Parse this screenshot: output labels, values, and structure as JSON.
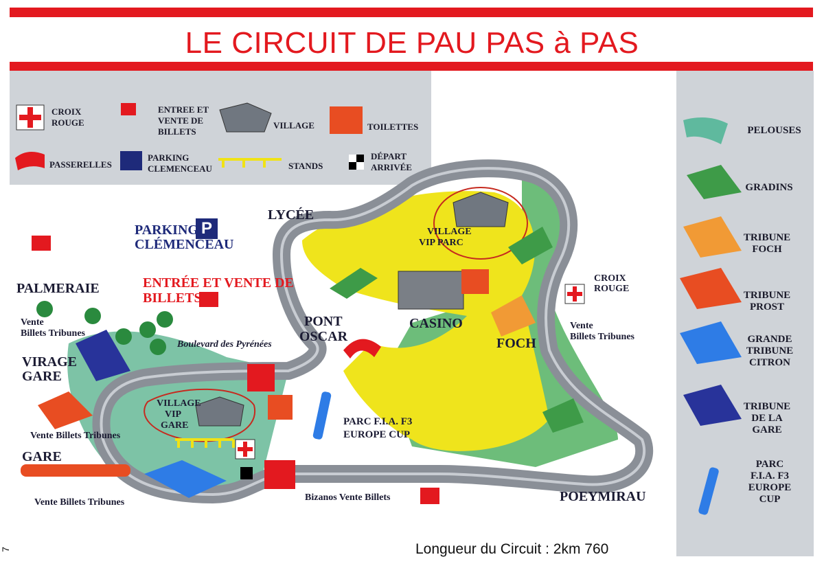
{
  "title": "LE CIRCUIT DE PAU PAS à  PAS",
  "legend_top": {
    "croix_rouge": "CROIX ROUGE",
    "entree": "ENTREE ET VENTE DE BILLETS",
    "village": "VILLAGE",
    "toilettes": "TOILETTES",
    "passerelles": "PASSERELLES",
    "parking": "PARKING CLEMENCEAU",
    "stands": "STANDS",
    "depart": "DÉPART ARRIVÉE"
  },
  "legend_right": {
    "pelouses": "PELOUSES",
    "gradins": "GRADINS",
    "tribune_foch": "TRIBUNE FOCH",
    "tribune_prost": "TRIBUNE PROST",
    "grande_tribune": "GRANDE TRIBUNE CITRON",
    "tribune_gare": "TRIBUNE DE LA GARE",
    "parc_f3": "PARC F.I.A. F3 EUROPE CUP"
  },
  "map_labels": {
    "lycee": "LYCÉE",
    "parking_line1": "PARKING",
    "parking_line2": "CLÉMENCEAU",
    "parking_icon": "P",
    "palmeraie": "PALMERAIE",
    "vente_palmeraie_1": "Vente",
    "vente_palmeraie_2": "Billets Tribunes",
    "entree_line1": "ENTRÉE ET VENTE DE",
    "entree_line2": "BILLETS",
    "boulevard": "Boulevard des Pyrénées",
    "pont_oscar_1": "PONT",
    "pont_oscar_2": "OSCAR",
    "village_vip_parc_1": "VILLAGE",
    "village_vip_parc_2": "VIP PARC",
    "casino": "CASINO",
    "foch": "FOCH",
    "croix_rouge_1": "CROIX",
    "croix_rouge_2": "ROUGE",
    "vente_foch_1": "Vente",
    "vente_foch_2": "Billets Tribunes",
    "virage_gare_1": "VIRAGE",
    "virage_gare_2": "GARE",
    "village_vip_gare_1": "VILLAGE",
    "village_vip_gare_2": "VIP",
    "village_vip_gare_3": "GARE",
    "parc_f3_1": "PARC F.I.A. F3",
    "parc_f3_2": "EUROPE CUP",
    "vente_gare_virage": "Vente Billets Tribunes",
    "gare": "GARE",
    "vente_gare": "Vente Billets Tribunes",
    "bizanos": "Bizanos Vente Billets",
    "poeymirau": "POEYMIRAU"
  },
  "circuit_length": "Longueur du Circuit : 2km 760",
  "page_number": "7",
  "colors": {
    "red": "#e3191f",
    "navy": "#1e2a7a",
    "track": "#8a8f97",
    "lawn": "#7dc3a6",
    "yellow": "#efe41c",
    "panel": "#cfd3d8"
  }
}
